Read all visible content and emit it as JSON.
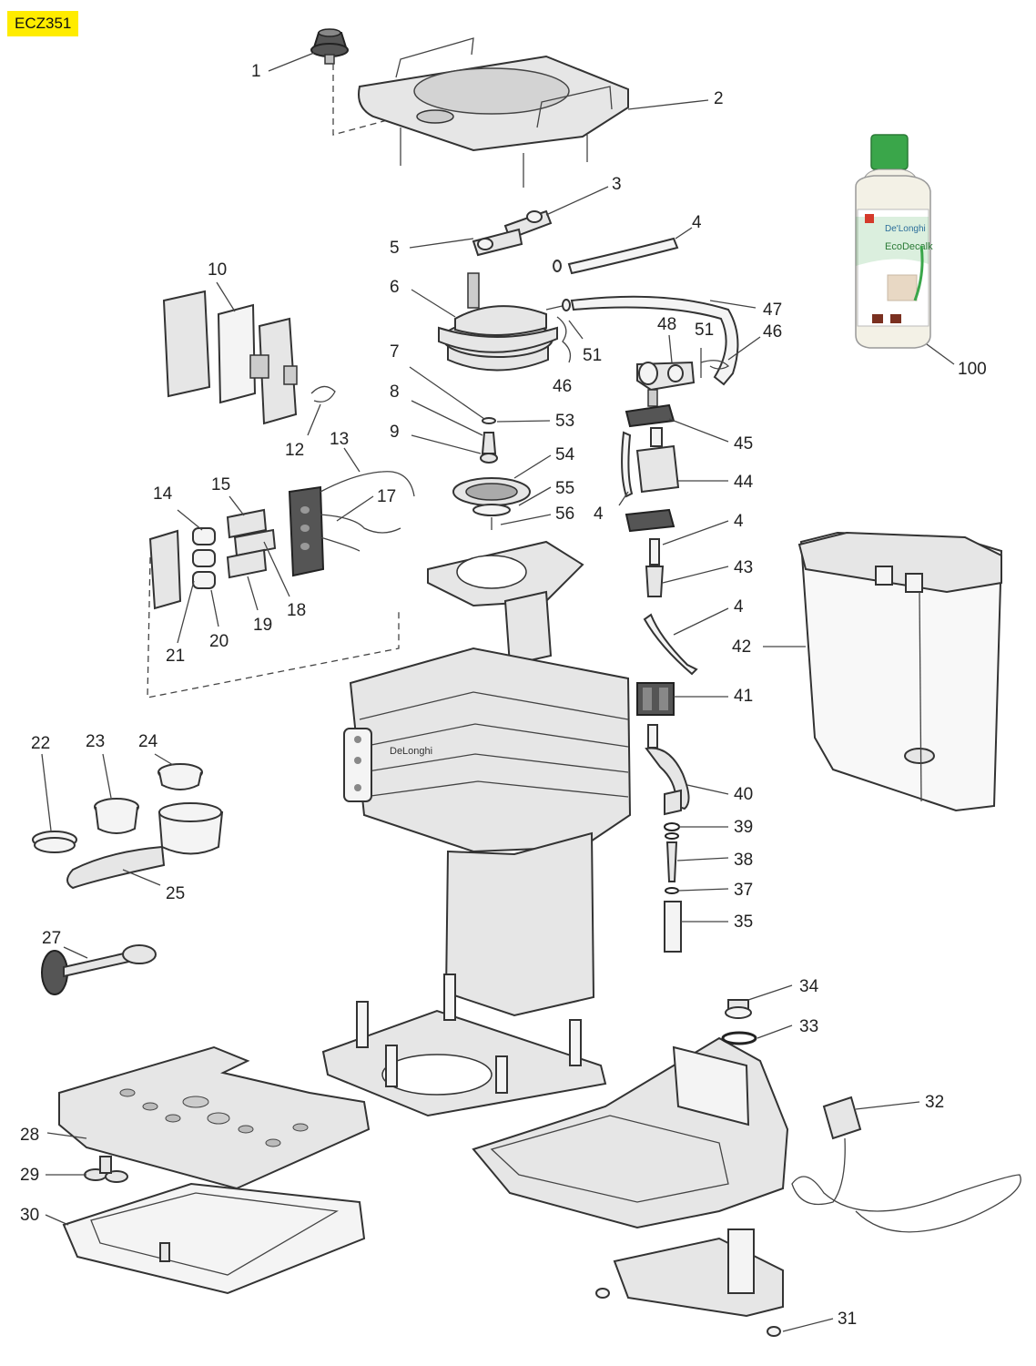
{
  "model_label": "ECZ351",
  "callouts": [
    "1",
    "2",
    "3",
    "4",
    "5",
    "6",
    "7",
    "8",
    "9",
    "10",
    "12",
    "13",
    "14",
    "15",
    "17",
    "18",
    "19",
    "20",
    "21",
    "22",
    "23",
    "24",
    "25",
    "27",
    "28",
    "29",
    "30",
    "31",
    "32",
    "33",
    "34",
    "35",
    "37",
    "38",
    "39",
    "40",
    "41",
    "42",
    "43",
    "44",
    "45",
    "46",
    "47",
    "48",
    "51",
    "53",
    "54",
    "55",
    "56",
    "100"
  ],
  "bottle_text": [
    "De'Longhi",
    "EcoDecalk"
  ],
  "housing_logo": "DeLonghi",
  "colors": {
    "tag_bg": "#ffec00",
    "bottle_cap": "#3aa64a",
    "part_fill": "#e6e6e6",
    "outline": "#333333"
  }
}
